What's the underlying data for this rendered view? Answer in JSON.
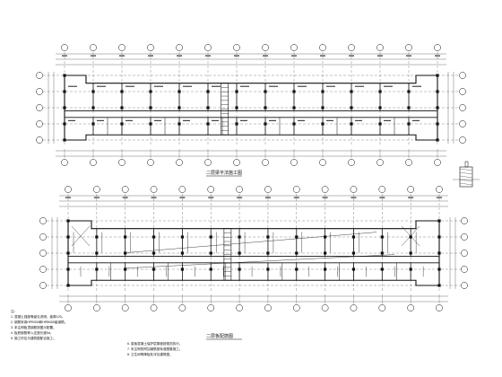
{
  "drawing": {
    "type": "structural floor plans (CAD)",
    "plan_top": {
      "caption": "二层梁平法施工图"
    },
    "plan_bottom": {
      "caption": "二层板配筋图"
    },
    "notes": [
      "注：",
      "1. 混凝土强度等级见说明，板厚120。",
      "2. 钢筋采用HPB300和HRB400级钢筋。",
      "3. 未注明板顶钢筋按图示配置。",
      "4. 板底钢筋伸入支座长度5d。",
      "5. 施工时应与建筑图配合施工。"
    ],
    "notes_right": [
      "6. 梁板混凝土保护层厚度按规范执行。",
      "7. 未注明的附加钢筋按标准图集施工。",
      "8. 卫生间等降板处详见建筑图。"
    ]
  }
}
